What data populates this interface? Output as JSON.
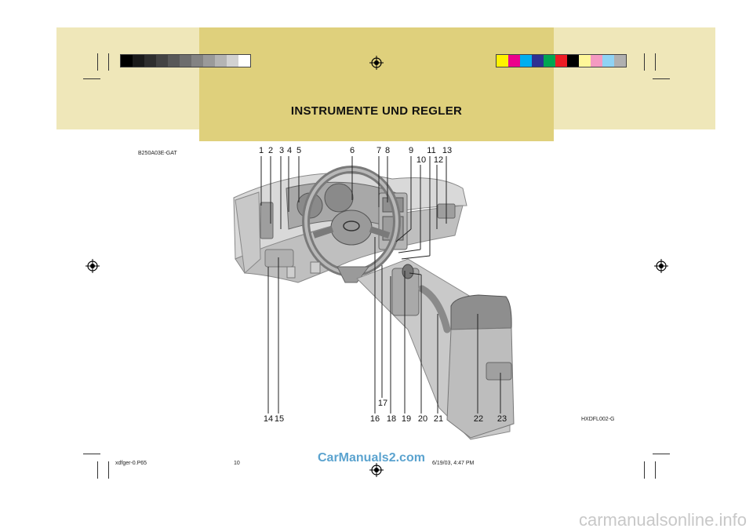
{
  "page": {
    "title": "INSTRUMENTE UND REGLER",
    "figure_code_top": "B250A03E-GAT",
    "figure_code_bottom": "HXDFL002-G",
    "footer_file": "xdfger-0.P65",
    "footer_page": "10",
    "footer_date": "6/19/03, 4:47 PM",
    "watermark": "CarManuals2.com",
    "bottom_watermark": "carmanualsonline.info"
  },
  "colors": {
    "band_light": "#efe7b9",
    "band_dark": "#dfd07c",
    "watermark_blue": "#5ba3cf",
    "gray_swatches": [
      "#000000",
      "#1a1a1a",
      "#2e2e2e",
      "#434343",
      "#585858",
      "#6d6d6d",
      "#838383",
      "#9a9a9a",
      "#b4b4b4",
      "#d2d2d2",
      "#ffffff"
    ],
    "color_swatches": [
      "#fff200",
      "#ec008c",
      "#00aeef",
      "#2e3192",
      "#00a651",
      "#ed1c24",
      "#000000",
      "#fff799",
      "#f49ac1",
      "#8fd3f4",
      "#b0b0b0"
    ]
  },
  "callouts": {
    "c1": "1",
    "c2": "2",
    "c3": "3",
    "c4": "4",
    "c5": "5",
    "c6": "6",
    "c7": "7",
    "c8": "8",
    "c9": "9",
    "c10": "10",
    "c11": "11",
    "c12": "12",
    "c13": "13",
    "c14": "14",
    "c15": "15",
    "c16": "16",
    "c17": "17",
    "c18": "18",
    "c19": "19",
    "c20": "20",
    "c21": "21",
    "c22": "22",
    "c23": "23"
  }
}
